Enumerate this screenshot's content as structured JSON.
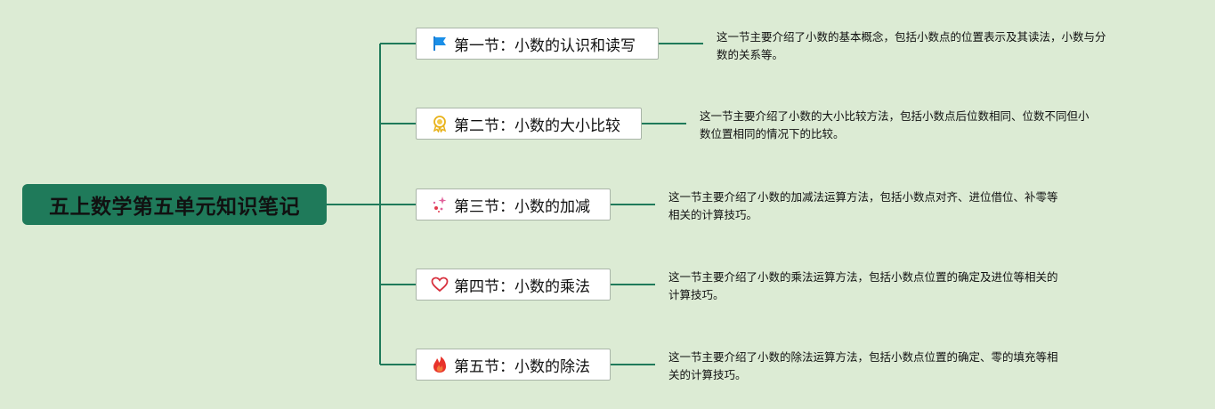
{
  "root": {
    "title": "五上数学第五单元知识笔记"
  },
  "colors": {
    "background": "#dcebd4",
    "root_fill": "#1f7a5a",
    "line": "#1f7a5a",
    "topic_border": "#a9b5a8"
  },
  "topics": [
    {
      "icon": "flag-icon",
      "label": "第一节：小数的认识和读写",
      "note": [
        "这一节主要介绍了小数的基本概念，包括小数点的位置表示及其读法，小数与分",
        "数的关系等。"
      ]
    },
    {
      "icon": "award-ribbon-icon",
      "label": "第二节：小数的大小比较",
      "note": [
        "这一节主要介绍了小数的大小比较方法，包括小数点后位数相同、位数不同但小",
        "数位置相同的情况下的比较。"
      ]
    },
    {
      "icon": "sparkle-icon",
      "label": "第三节：小数的加减",
      "note": [
        "这一节主要介绍了小数的加减法运算方法，包括小数点对齐、进位借位、补零等",
        "相关的计算技巧。"
      ]
    },
    {
      "icon": "heart-icon",
      "label": "第四节：小数的乘法",
      "note": [
        "这一节主要介绍了小数的乘法运算方法，包括小数点位置的确定及进位等相关的",
        "计算技巧。"
      ]
    },
    {
      "icon": "fire-icon",
      "label": "第五节：小数的除法",
      "note": [
        "这一节主要介绍了小数的除法运算方法，包括小数点位置的确定、零的填充等相",
        "关的计算技巧。"
      ]
    }
  ]
}
